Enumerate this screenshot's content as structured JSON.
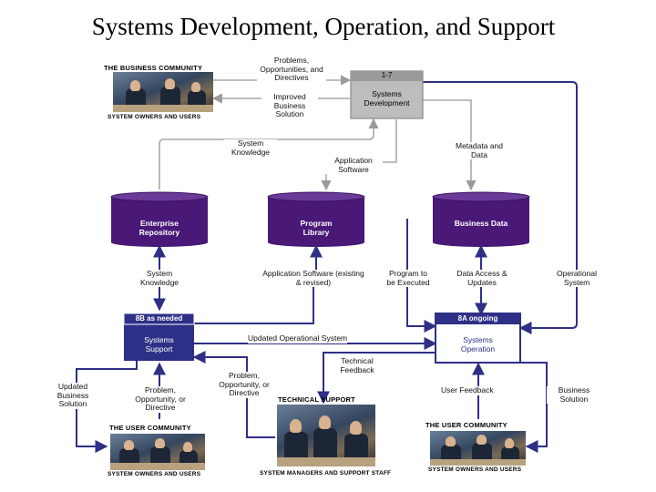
{
  "title": "Systems Development, Operation, and Support",
  "communities": {
    "business_top": "THE BUSINESS COMMUNITY",
    "owners_top": "SYSTEM OWNERS AND USERS",
    "user_left": "THE USER COMMUNITY",
    "owners_left": "SYSTEM OWNERS AND USERS",
    "tech": "TECHNICAL SUPPORT",
    "tech_staff": "SYSTEM MANAGERS AND SUPPORT STAFF",
    "user_right": "THE USER COMMUNITY",
    "owners_right": "SYSTEM OWNERS AND USERS"
  },
  "dev": {
    "badge": "1-7",
    "name": "Systems Development"
  },
  "support": {
    "badge": "8B as needed",
    "name": "Systems Support"
  },
  "operation": {
    "badge": "8A ongoing",
    "name": "Systems Operation"
  },
  "stores": {
    "enterprise": "Enterprise Repository",
    "library": "Program Library",
    "business": "Business Data"
  },
  "flows": {
    "problems": "Problems, Opportunities, and Directives",
    "improved": "Improved Business Solution",
    "sys_knowledge_top": "System Knowledge",
    "app_software_top": "Application Software",
    "metadata": "Metadata and Data",
    "sys_knowledge": "System Knowledge",
    "app_software_existing": "Application Software (existing & revised)",
    "program_exec": "Program to be Executed",
    "data_access": "Data Access & Updates",
    "operational": "Operational System",
    "updated_op": "Updated Operational System",
    "technical_feedback": "Technical Feedback",
    "updated_solution": "Updated Business Solution",
    "problem_left": "Problem, Opportunity, or Directive",
    "problem_mid": "Problem, Opportunity, or Directive",
    "user_feedback": "User Feedback",
    "business_solution": "Business Solution"
  },
  "colors": {
    "navy": "#2e2f86",
    "purple": "#4a1978",
    "gray": "#a8a8a8",
    "box_gray": "#bdbdbd"
  }
}
